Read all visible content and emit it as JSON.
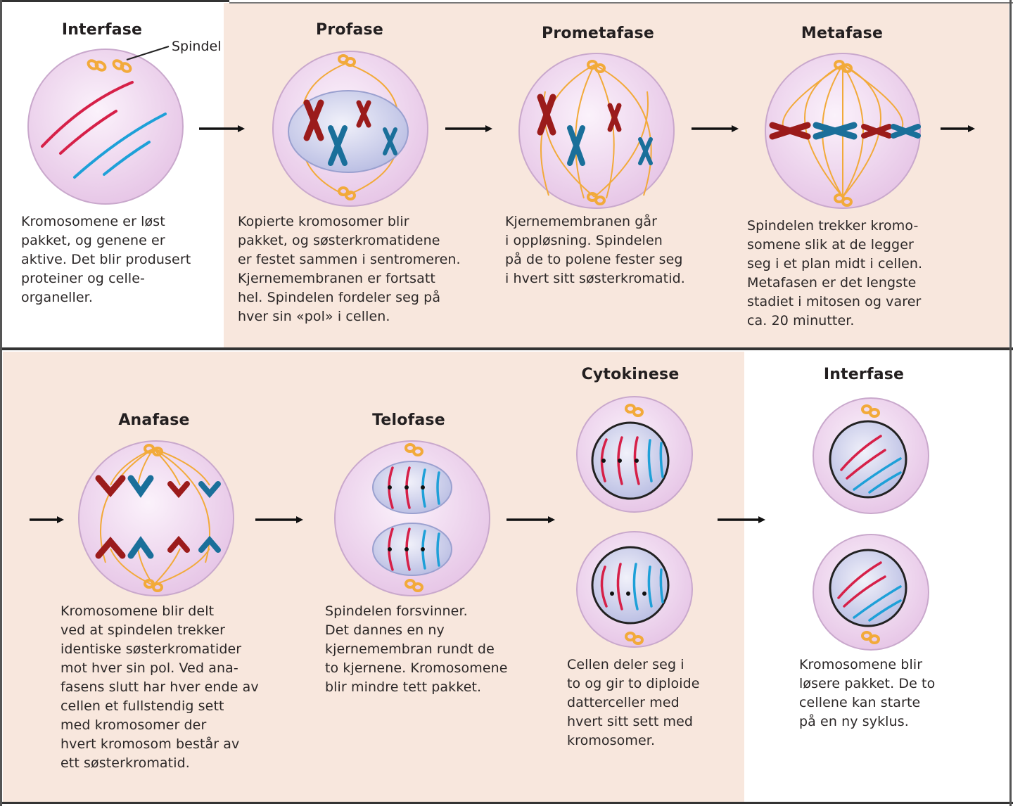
{
  "colors": {
    "panel": "#f8e7dd",
    "cell_fill": "#ecd0ec",
    "nucleus_fill": "#cdd0ea",
    "chromosome_red": "#d62048",
    "chromosome_blue": "#1ea0d8",
    "dark_red": "#9b1b1b",
    "dark_blue": "#1a6f9a",
    "spindle": "#f2aa3a"
  },
  "spindel_label": "Spindel",
  "stages": [
    {
      "title": "Interfase",
      "text": "Kromosomene er løst\npakket, og genene er\naktive. Det blir produsert\nproteiner og celle-\norganeller."
    },
    {
      "title": "Profase",
      "text": "Kopierte kromosomer blir\npakket, og søsterkromatidene\ner festet sammen i sentromeren.\nKjernemembranen er fortsatt\nhel. Spindelen fordeler seg på\nhver sin «pol» i cellen."
    },
    {
      "title": "Prometafase",
      "text": "Kjernemembranen går\ni oppløsning. Spindelen\npå de to polene fester seg\ni hvert sitt søsterkromatid."
    },
    {
      "title": "Metafase",
      "text": "Spindelen trekker kromo-\nsomene slik at de legger\nseg i et plan midt i cellen.\nMetafasen er det lengste\nstadiet i mitosen og varer\nca. 20 minutter."
    },
    {
      "title": "Anafase",
      "text": "Kromosomene blir delt\nved at spindelen trekker\nidentiske søsterkromatider\nmot hver sin pol. Ved ana-\nfasens slutt har hver ende av\ncellen et fullstendig  sett\nmed kromosomer der\nhvert kromosom består av\nett søsterkromatid."
    },
    {
      "title": "Telofase",
      "text": "Spindelen forsvinner.\nDet dannes en ny\nkjernemembran rundt de\nto kjernene. Kromosomene\nblir mindre tett pakket."
    },
    {
      "title": "Cytokinese",
      "text": "Cellen deler seg i\nto og gir to diploide\ndatterceller med\nhvert sitt sett med\nkromosomer."
    },
    {
      "title": "Interfase",
      "text": "Kromosomene blir\nløsere pakket. De to\ncellene kan starte\npå en ny syklus."
    }
  ]
}
